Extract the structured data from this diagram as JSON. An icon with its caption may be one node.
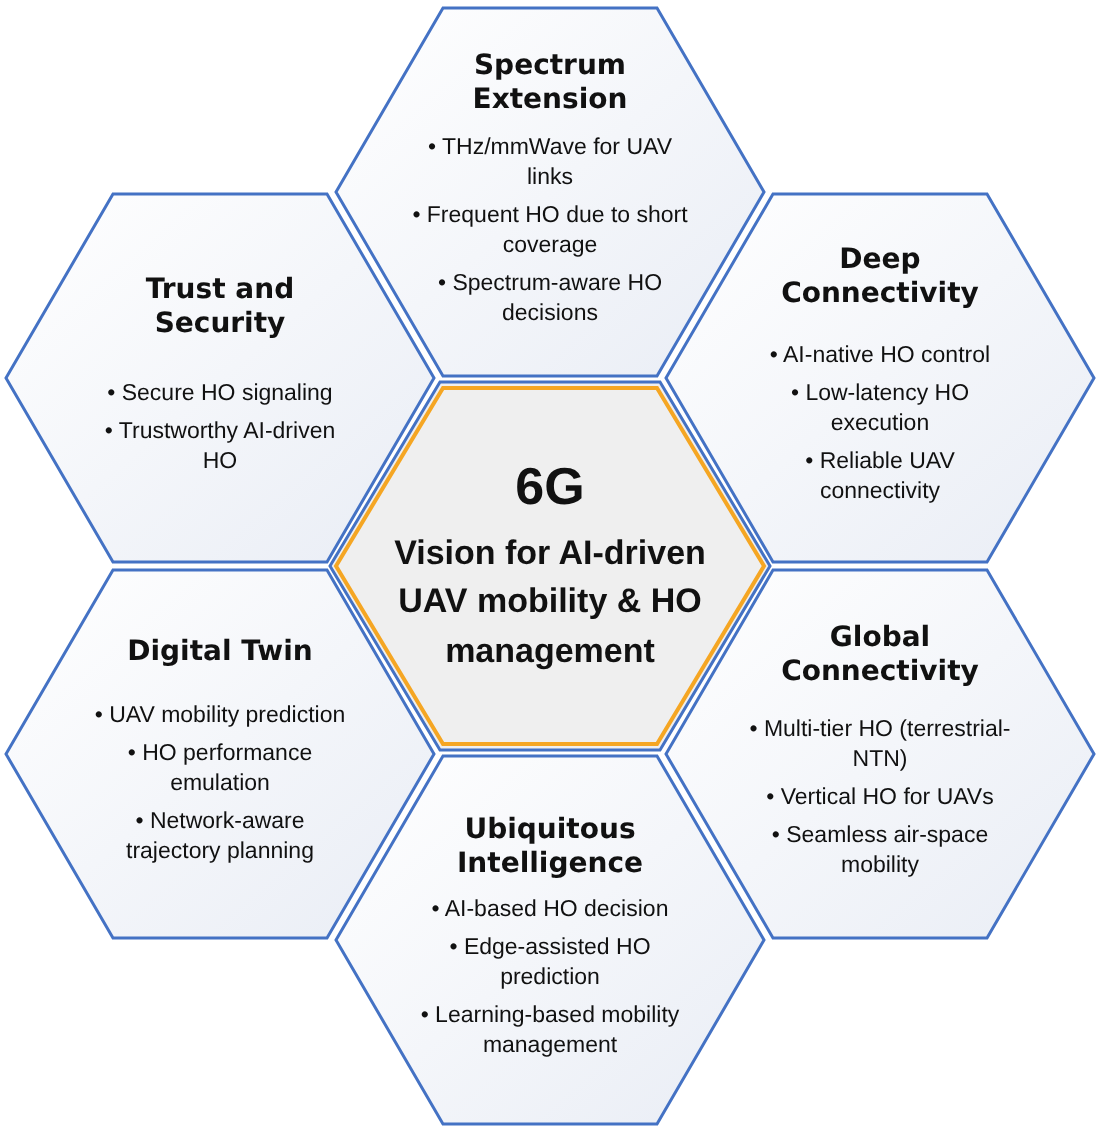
{
  "diagram": {
    "nodes": [
      {
        "text": [
          "Spectrum Extension",
          "• THz/mmWave for UAV links",
          "• Frequent HO due to short coverage",
          "• Spectrum-aware HO decisions"
        ]
      },
      {
        "text": [
          "Trust and Security",
          "• Secure HO signaling",
          "• Trustworthy AI-driven HO"
        ]
      },
      {
        "text": [
          "Deep Connectivity",
          "• AI-native HO control",
          "• Low-latency HO execution",
          "• Reliable UAV connectivity"
        ]
      },
      {
        "text": [
          "6G",
          "Vision for AI-driven UAV mobility & HO management"
        ]
      },
      {
        "text": [
          "Digital Twin",
          "• UAV mobility prediction",
          "• HO performance emulation",
          "• Network-aware trajectory planning"
        ]
      },
      {
        "text": [
          "Global Connectivity",
          "• Multi-tier HO (terrestrial-NTN)",
          "• Vertical HO for UAVs",
          "• Seamless air-space mobility"
        ]
      },
      {
        "text": [
          "Ubiquitous Intelligence",
          "• AI-based HO decision",
          "• Edge-assisted HO prediction",
          "• Learning-based mobility management"
        ]
      }
    ],
    "edges": []
  }
}
